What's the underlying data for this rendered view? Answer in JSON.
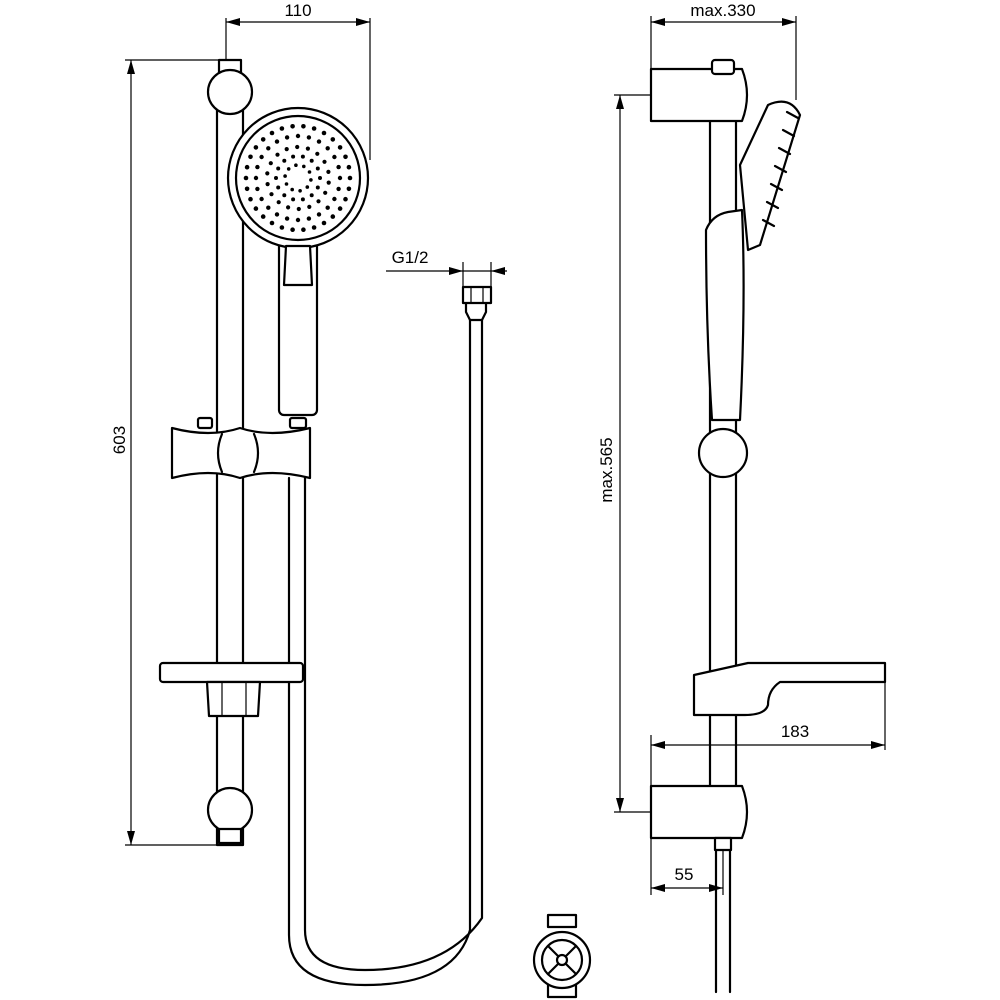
{
  "dimensions": {
    "head_diameter": "110",
    "bar_height": "603",
    "connector_thread": "G1/2",
    "max_depth": "max.330",
    "max_spacing": "max.565",
    "shelf_depth": "183",
    "wall_offset": "55"
  }
}
